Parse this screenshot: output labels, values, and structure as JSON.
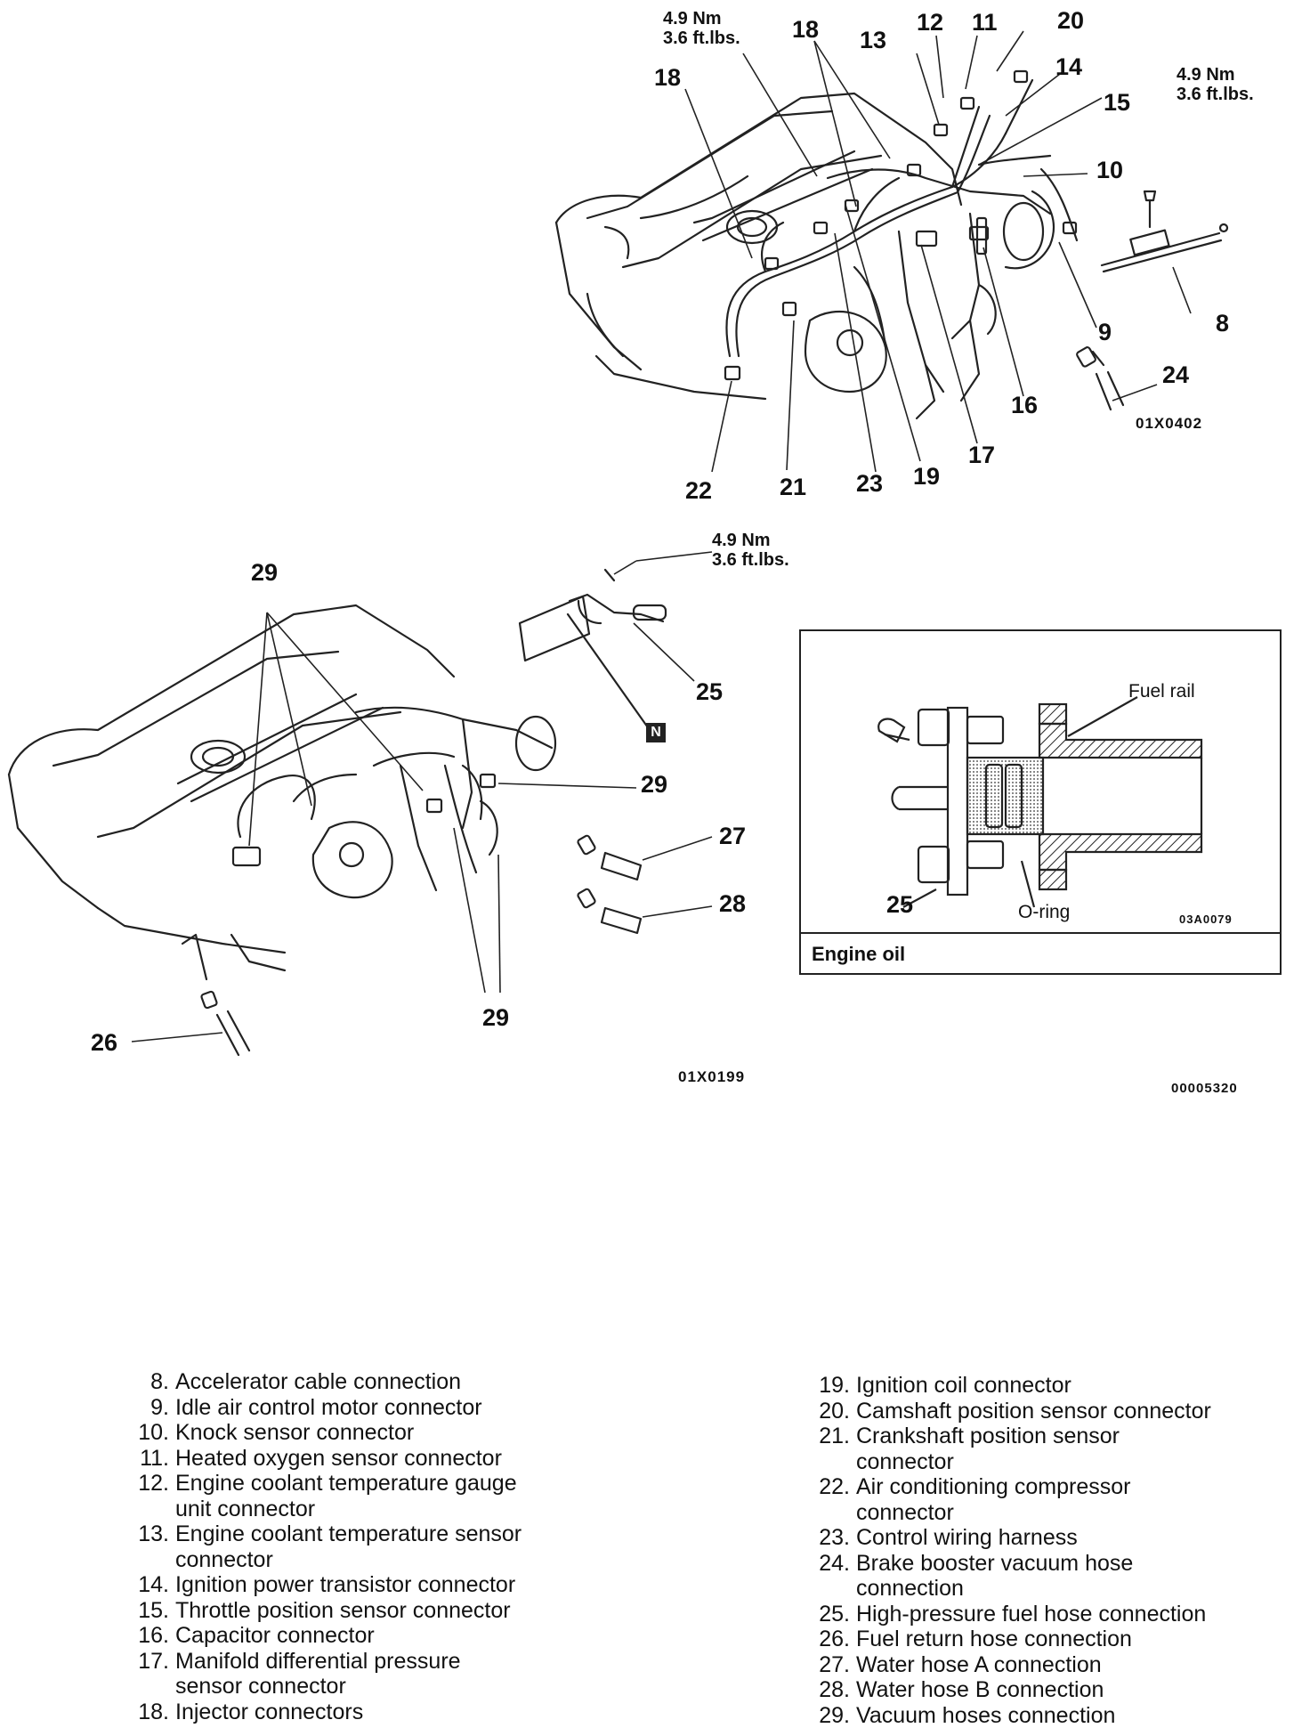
{
  "top_figure": {
    "torque_left": "4.9 Nm\n3.6 ft.lbs.",
    "torque_right": "4.9 Nm\n3.6 ft.lbs.",
    "callouts": [
      "18",
      "18",
      "13",
      "12",
      "11",
      "20",
      "14",
      "15",
      "10",
      "9",
      "8",
      "24",
      "16",
      "17",
      "19",
      "23",
      "21",
      "22"
    ],
    "code": "01X0402"
  },
  "bottom_figure": {
    "torque": "4.9 Nm\n3.6 ft.lbs.",
    "callouts": [
      "29",
      "25",
      "29",
      "27",
      "28",
      "29",
      "26"
    ],
    "n_marker": "N",
    "code": "01X0199"
  },
  "inset": {
    "fuel_rail": "Fuel rail",
    "o_ring": "O-ring",
    "callout": "25",
    "code": "03A0079",
    "caption": "Engine oil"
  },
  "page_code": "00005320",
  "legend_left": [
    {
      "n": "8.",
      "t": "Accelerator cable connection"
    },
    {
      "n": "9.",
      "t": "Idle air control motor connector"
    },
    {
      "n": "10.",
      "t": "Knock sensor connector"
    },
    {
      "n": "11.",
      "t": "Heated oxygen sensor connector"
    },
    {
      "n": "12.",
      "t": "Engine coolant temperature gauge\nunit connector"
    },
    {
      "n": "13.",
      "t": "Engine coolant temperature sensor\nconnector"
    },
    {
      "n": "14.",
      "t": "Ignition power transistor connector"
    },
    {
      "n": "15.",
      "t": "Throttle position sensor connector"
    },
    {
      "n": "16.",
      "t": "Capacitor connector"
    },
    {
      "n": "17.",
      "t": "Manifold differential pressure\nsensor connector"
    },
    {
      "n": "18.",
      "t": "Injector connectors"
    }
  ],
  "legend_right": [
    {
      "n": "19.",
      "t": "Ignition coil connector"
    },
    {
      "n": "20.",
      "t": "Camshaft position sensor connector"
    },
    {
      "n": "21.",
      "t": "Crankshaft position sensor\nconnector"
    },
    {
      "n": "22.",
      "t": "Air conditioning compressor\nconnector"
    },
    {
      "n": "23.",
      "t": "Control wiring harness"
    },
    {
      "n": "24.",
      "t": "Brake booster vacuum hose\nconnection"
    },
    {
      "n": "25.",
      "t": "High-pressure fuel hose connection"
    },
    {
      "n": "26.",
      "t": "Fuel return hose connection"
    },
    {
      "n": "27.",
      "t": "Water hose A connection"
    },
    {
      "n": "28.",
      "t": "Water hose B connection"
    },
    {
      "n": "29.",
      "t": "Vacuum hoses connection"
    }
  ]
}
